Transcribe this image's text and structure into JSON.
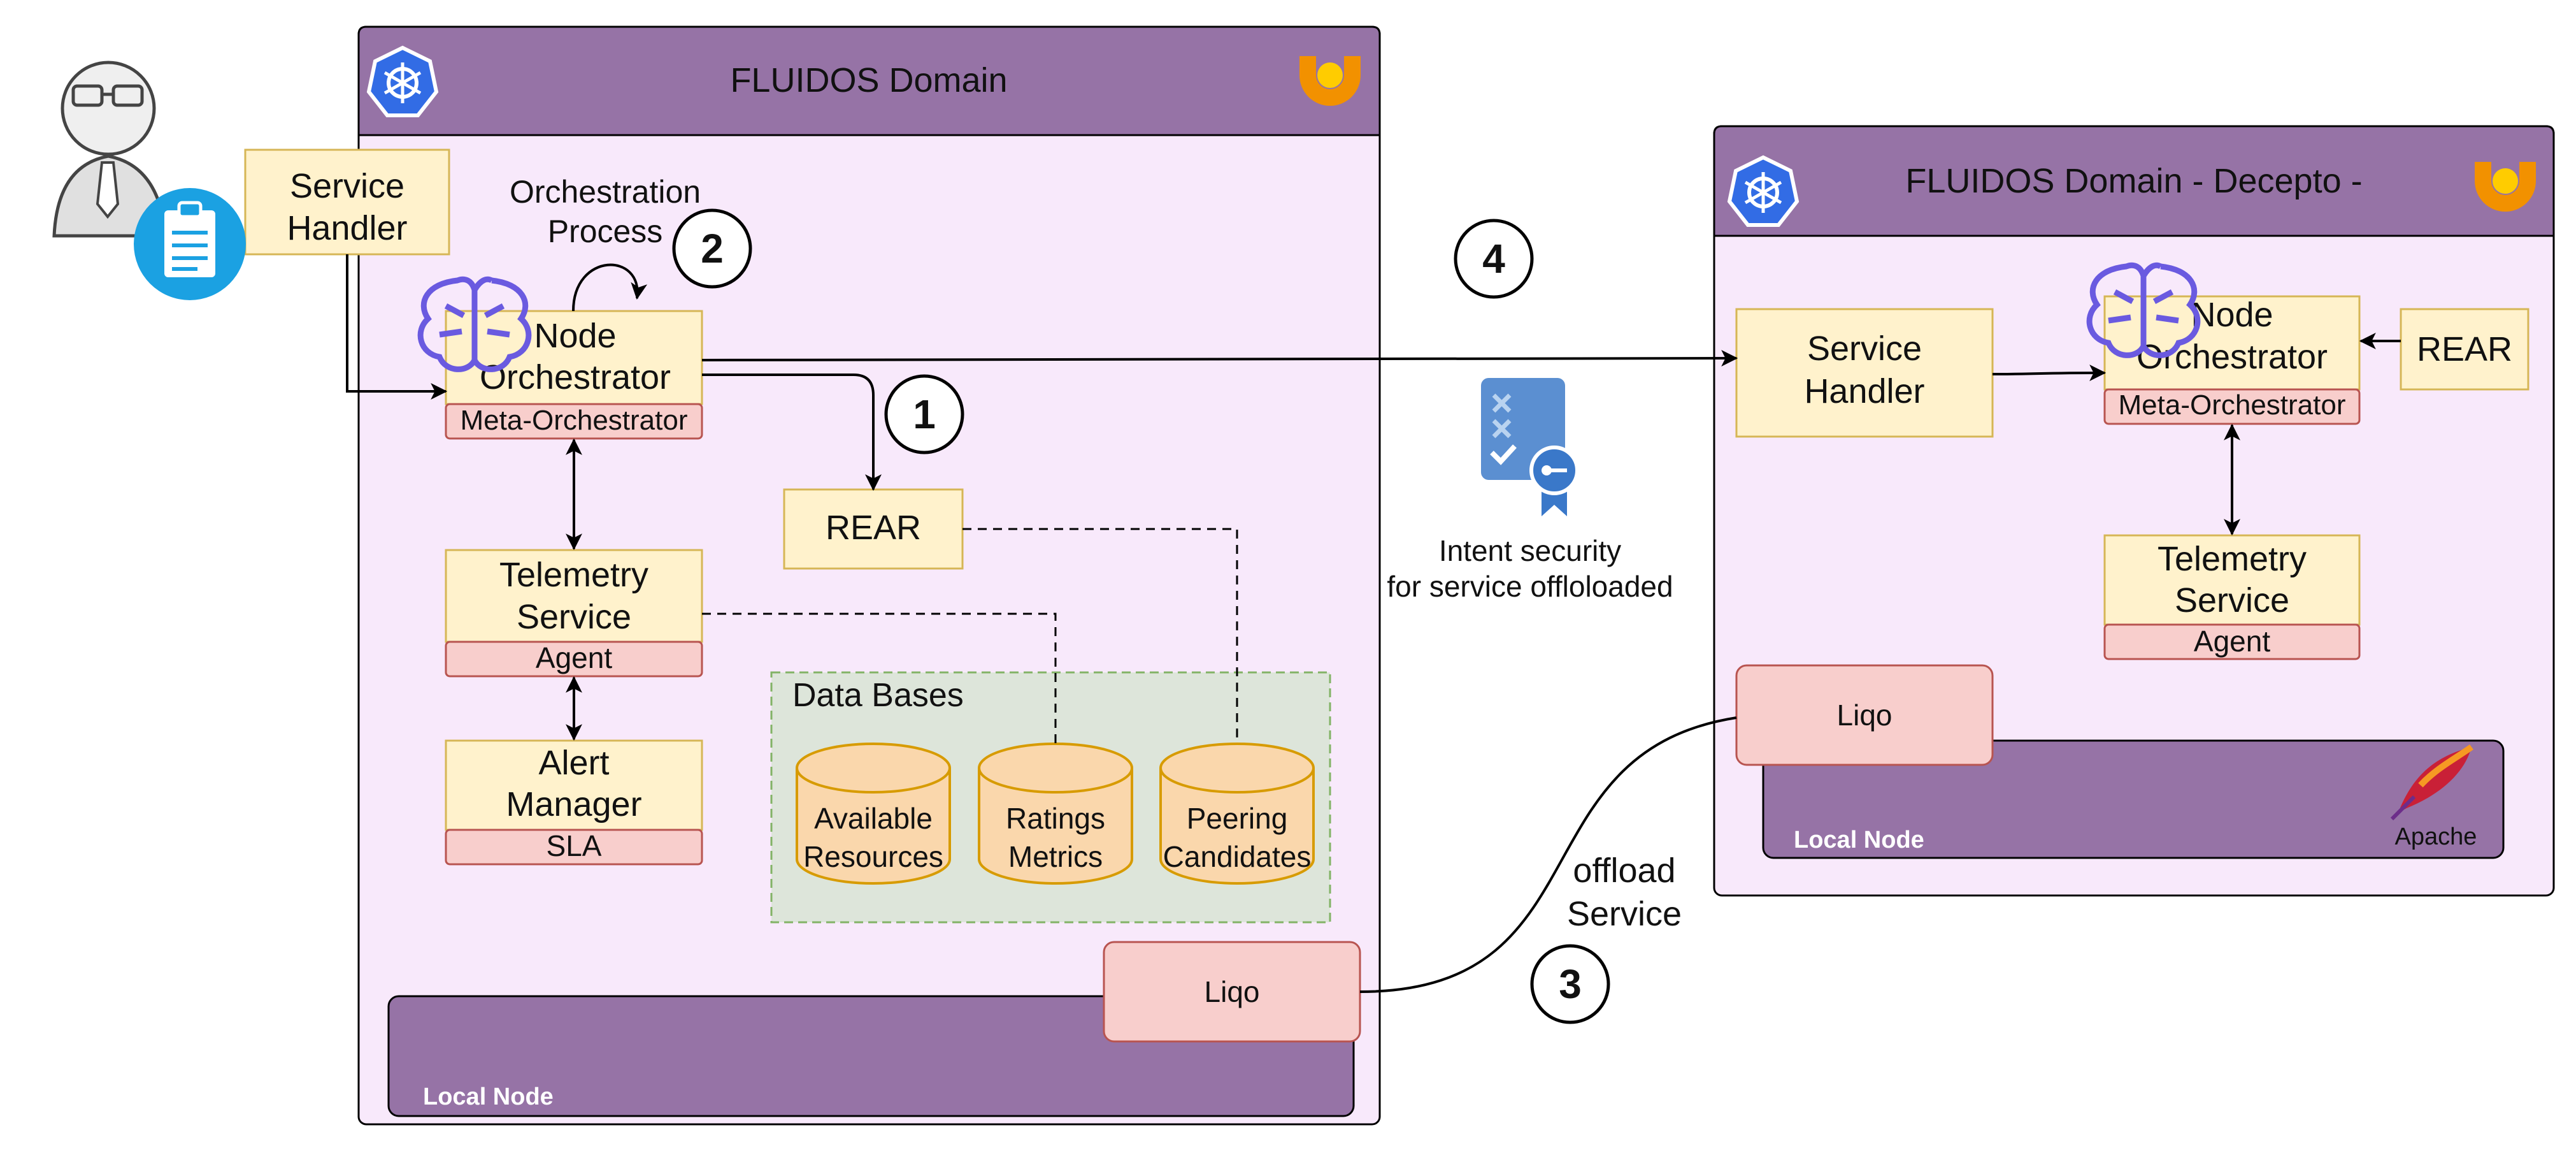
{
  "domain_main": {
    "title": "FLUIDOS Domain",
    "service_handler": [
      "Service",
      "Handler"
    ],
    "orchestration_process": [
      "Orchestration",
      "Process"
    ],
    "node_orchestrator": [
      "Node",
      "Orchestrator"
    ],
    "meta_orchestrator": "Meta-Orchestrator",
    "rear": "REAR",
    "telemetry_service": [
      "Telemetry",
      "Service"
    ],
    "agent": "Agent",
    "alert_manager": [
      "Alert",
      "Manager"
    ],
    "sla": "SLA",
    "data_bases": {
      "title": "Data Bases",
      "items": [
        [
          "Available",
          "Resources"
        ],
        [
          "Ratings",
          "Metrics"
        ],
        [
          "Peering",
          "Candidates"
        ]
      ]
    },
    "liqo": "Liqo",
    "local_node": "Local Node"
  },
  "domain_remote": {
    "title": "FLUIDOS Domain - Decepto -",
    "service_handler": [
      "Service",
      "Handler"
    ],
    "node_orchestrator": [
      "Node",
      "Orchestrator"
    ],
    "meta_orchestrator": "Meta-Orchestrator",
    "rear": "REAR",
    "telemetry_service": [
      "Telemetry",
      "Service"
    ],
    "agent": "Agent",
    "liqo": "Liqo",
    "local_node": "Local Node",
    "apache": "Apache"
  },
  "steps": [
    "1",
    "2",
    "3",
    "4"
  ],
  "intent_security": [
    "Intent security",
    "for service offloloaded"
  ],
  "offload_service": [
    "offload",
    "Service"
  ],
  "colors": {
    "domain_header": "#9673a6",
    "domain_body": "#f8e9fb",
    "yellow_fill": "#fff2cc",
    "yellow_stroke": "#d6b656",
    "red_fill": "#f8cecc",
    "red_stroke": "#b85450",
    "db_fill": "#fad7ac",
    "db_stroke": "#d79b00",
    "db_group_fill": "#dde5da",
    "db_group_stroke": "#82b366",
    "kube_blue": "#326ce5",
    "brain_purple": "#6a5ae0"
  },
  "icons": [
    "kubernetes-icon",
    "fluidos-logo-icon",
    "brain-icon",
    "user-avatar-icon",
    "clipboard-icon",
    "certificate-icon",
    "apache-feather-icon"
  ]
}
